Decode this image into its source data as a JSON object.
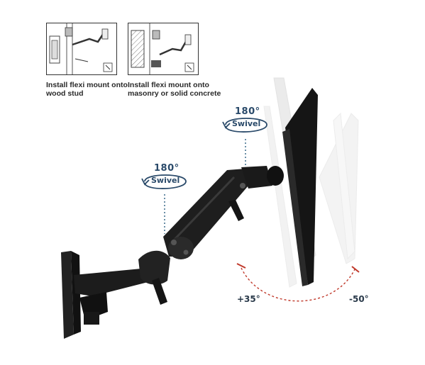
{
  "insets": [
    {
      "caption_line1": "Install flexi mount onto",
      "caption_line2": "wood stud",
      "icon": "wood-stud-install-illustration"
    },
    {
      "caption_line1": "Install flexi mount onto",
      "caption_line2": "masonry or solid concrete",
      "icon": "masonry-install-illustration"
    }
  ],
  "swivel_upper": {
    "value": "180°",
    "label": "Swivel"
  },
  "swivel_lower": {
    "value": "180°",
    "label": "Swivel"
  },
  "tilt": {
    "up": "+35°",
    "down": "-50°"
  },
  "colors": {
    "arm": "#1c1c1c",
    "accent": "#2a4a6a",
    "arc": "#c0392b"
  }
}
